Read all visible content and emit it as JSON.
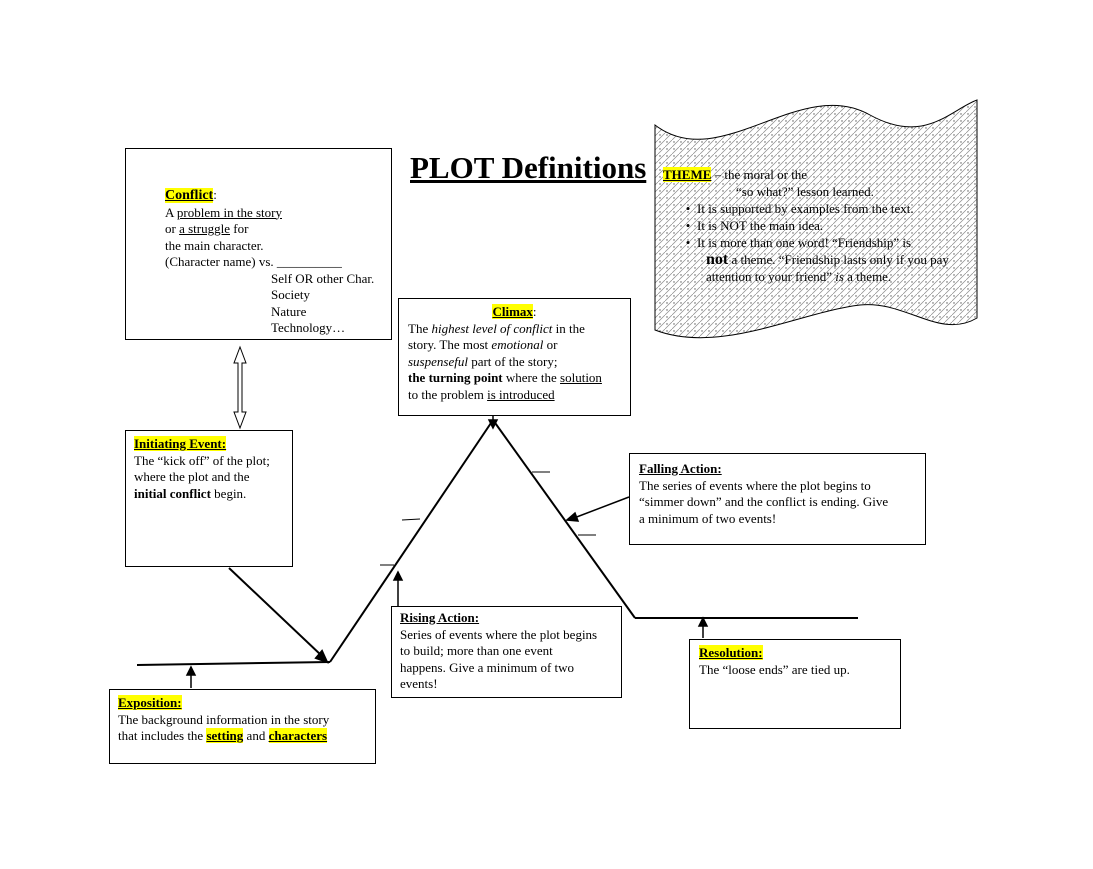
{
  "title": "PLOT Definitions",
  "theme": {
    "label": "THEME",
    "intro_1": " – the moral or the",
    "intro_2": "“so what?” lesson learned.",
    "bullets": [
      "It is supported by examples from the text.",
      "It is NOT the main idea.",
      "It is more than one word! “Friendship” is"
    ],
    "cont_not": "not",
    "cont_rest": " a theme. “Friendship lasts only if you pay",
    "cont_2a": "attention to your friend” ",
    "cont_2b": "is",
    "cont_2c": " a theme."
  },
  "conflict": {
    "label": "Conflict",
    "colon": ":",
    "l1a": "A ",
    "l1b": "problem in the story",
    "l2a": "or ",
    "l2b": "a struggle",
    "l2c": " for",
    "l3": "the main character.",
    "l4a": "(Character name) vs. ",
    "l4b": "__________",
    "options": [
      "Self  OR other Char.",
      "Society",
      "Nature",
      "Technology…"
    ]
  },
  "climax": {
    "label": "Climax",
    "colon": ":",
    "l1a": "The ",
    "l1b": "highest level of conflict",
    "l1c": " in the",
    "l2a": "story. The most ",
    "l2b": "emotional",
    "l2c": " or",
    "l3a": "suspenseful",
    "l3b": " part of the story;",
    "l4a": "the turning point",
    "l4b": " where the ",
    "l4c": "solution",
    "l5a": "to the problem ",
    "l5b": "is introduced"
  },
  "initiating": {
    "label": "Initiating Event:",
    "l1": "The “kick off” of the plot;",
    "l2": "where the plot and the",
    "l3a": "initial conflict",
    "l3b": " begin."
  },
  "falling": {
    "label": "Falling Action:",
    "l1": "The series of events where the plot begins to",
    "l2": "“simmer down” and the conflict is ending. Give",
    "l3": "a minimum of two events!"
  },
  "rising": {
    "label": "Rising Action:",
    "l1": "Series of events where the plot begins",
    "l2": "to build; more than one event",
    "l3": "happens. Give a minimum of two",
    "l4": "events!"
  },
  "resolution": {
    "label": "Resolution:",
    "l1": "The “loose ends” are tied up."
  },
  "exposition": {
    "label": "Exposition:",
    "l1": "The background information in the story",
    "l2a": "that includes the ",
    "l2b": "setting",
    "l2c": " and ",
    "l2d": "characters"
  }
}
